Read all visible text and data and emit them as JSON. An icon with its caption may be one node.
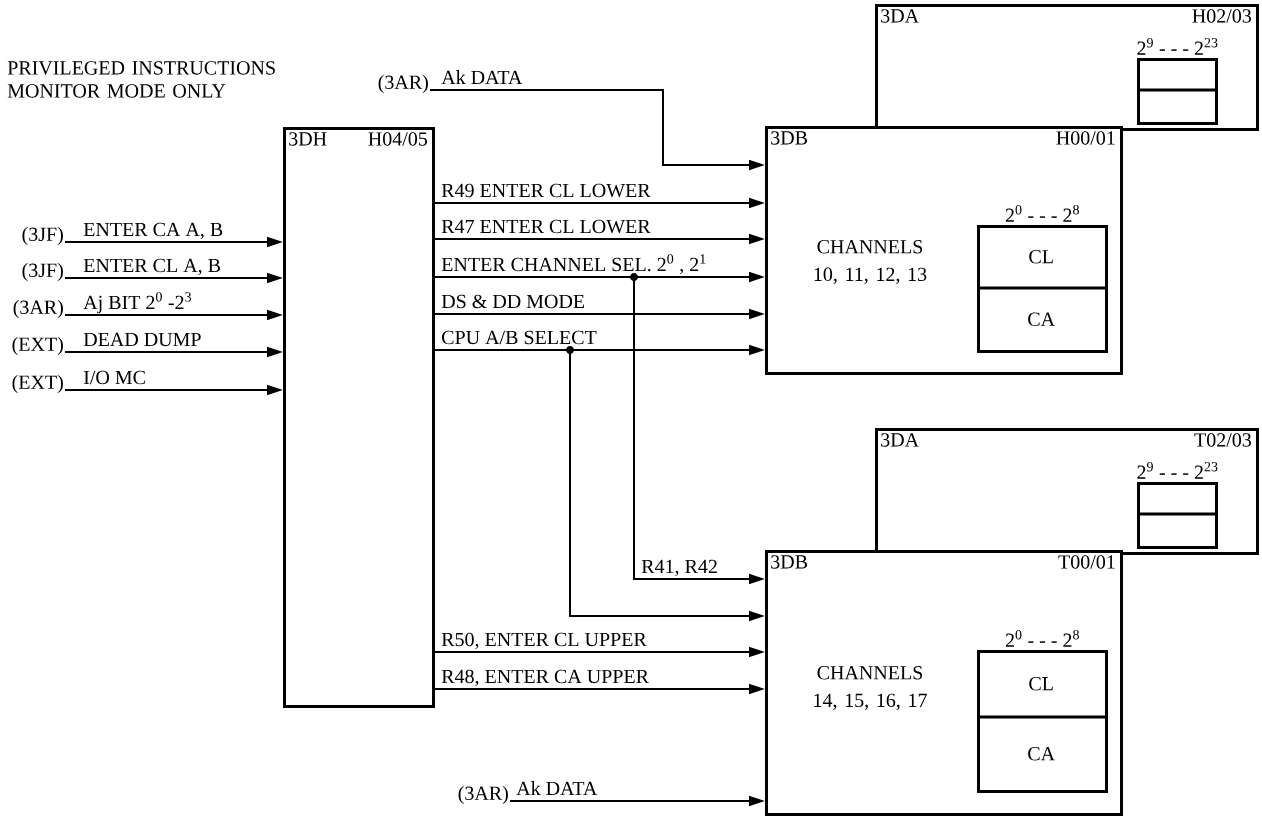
{
  "diagram": {
    "nodes": [
      {
        "text": [
          "(3JF)"
        ]
      },
      {
        "text": [
          "(3JF)"
        ]
      },
      {
        "text": [
          "(3AR)"
        ]
      },
      {
        "text": [
          "(EXT)"
        ]
      },
      {
        "text": [
          "(EXT)"
        ]
      },
      {
        "text": [
          "3DH",
          "H04/05"
        ]
      },
      {
        "text": [
          "(3AR)"
        ]
      },
      {
        "text": [
          "3DA",
          "H02/03"
        ]
      },
      {
        "text": [
          "2$^{9}$ - - - 2$^{23}$"
        ],
        "in": 7
      },
      {
        "text": [
          "3DB",
          "H00/01",
          "CHANNELS 10, 11, 12, 13"
        ]
      },
      {
        "text": [
          "2$^{0}$ - - - 2$^{8}$"
        ],
        "in": 9
      },
      {
        "text": [
          "CL"
        ],
        "in": 10
      },
      {
        "text": [
          "CA"
        ],
        "in": 10
      },
      {
        "text": [
          "3DA",
          "T02/03"
        ]
      },
      {
        "text": [
          "2$^{9}$ - - - 2$^{23}$"
        ],
        "in": 13
      },
      {
        "text": [
          "3DB",
          "T00/01",
          "CHANNELS 14, 15, 16, 17"
        ]
      },
      {
        "text": [
          "2$^{0}$ - - - 2$^{8}$"
        ],
        "in": 15
      },
      {
        "text": [
          "CL"
        ],
        "in": 16
      },
      {
        "text": [
          "CA"
        ],
        "in": 16
      },
      {
        "text": [
          "(3AR)"
        ]
      }
    ],
    "edges": [
      {
        "from": 0,
        "to": 5,
        "arrow": "to",
        "label": "ENTER CA A, B"
      },
      {
        "from": 1,
        "to": 5,
        "arrow": "to",
        "label": "ENTER CL A, B"
      },
      {
        "from": 2,
        "to": 5,
        "arrow": "to",
        "label": "Aj BIT 2$^{0}$ -2$^{3}$"
      },
      {
        "from": 3,
        "to": 5,
        "arrow": "to",
        "label": "DEAD DUMP"
      },
      {
        "from": 4,
        "to": 5,
        "arrow": "to",
        "label": "I/O MC"
      },
      {
        "from": 6,
        "to": 9,
        "arrow": "to",
        "label": "Ak DATA"
      },
      {
        "from": 5,
        "to": 9,
        "arrow": "to",
        "label": "R49 ENTER CL LOWER"
      },
      {
        "from": 5,
        "to": 9,
        "arrow": "to",
        "label": "R47 ENTER CL LOWER"
      },
      {
        "from": 5,
        "to": 9,
        "arrow": "to",
        "label": "ENTER CHANNEL SEL. 2$^{0}$ , 2$^{1}$"
      },
      {
        "from": 5,
        "to": 9,
        "arrow": "to",
        "label": "DS & DD MODE"
      },
      {
        "from": 5,
        "to": 9,
        "arrow": "to",
        "label": "CPU A/B SELECT"
      },
      {
        "from": 5,
        "to": 15,
        "arrow": "to",
        "label": "R41, R42"
      },
      {
        "from": 5,
        "to": 15,
        "arrow": "to"
      },
      {
        "from": 5,
        "to": 15,
        "arrow": "to",
        "label": "R50, ENTER CL UPPER"
      },
      {
        "from": 5,
        "to": 15,
        "arrow": "to",
        "label": "R48, ENTER CA UPPER"
      },
      {
        "from": 19,
        "to": 15,
        "arrow": "to",
        "label": "Ak DATA"
      }
    ],
    "labels": [
      "PRIVILEGED INSTRUCTIONS MONITOR MODE ONLY"
    ]
  }
}
